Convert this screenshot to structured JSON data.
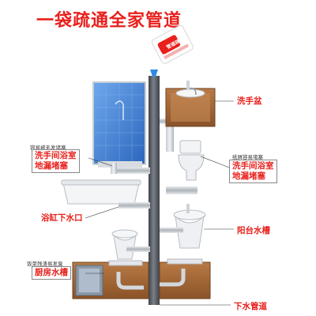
{
  "title": "一袋疏通全家管道",
  "package_text": "管道疏通",
  "labels": {
    "wash_basin": "洗手盆",
    "bathroom_note": "容易被毛发堵塞",
    "bathroom_line1": "洗手间浴室",
    "bathroom_line2": "地漏堵塞",
    "toilet_note": "纸屑容易堵塞",
    "toilet_line1": "洗手间浴室",
    "toilet_line2": "地漏堵塞",
    "bathtub": "浴缸下水口",
    "balcony": "阳台水槽",
    "kitchen_note": "饭菜残渣易发臭",
    "kitchen": "厨房水槽",
    "drain_pipe": "下水管道"
  },
  "colors": {
    "accent_red": "#e8201c",
    "pipe_dark": "#5a5f66",
    "pipe_light": "#c9cdd2",
    "cabinet_wood": "#a66a3a",
    "shower_blue": "#3d7fd6"
  }
}
